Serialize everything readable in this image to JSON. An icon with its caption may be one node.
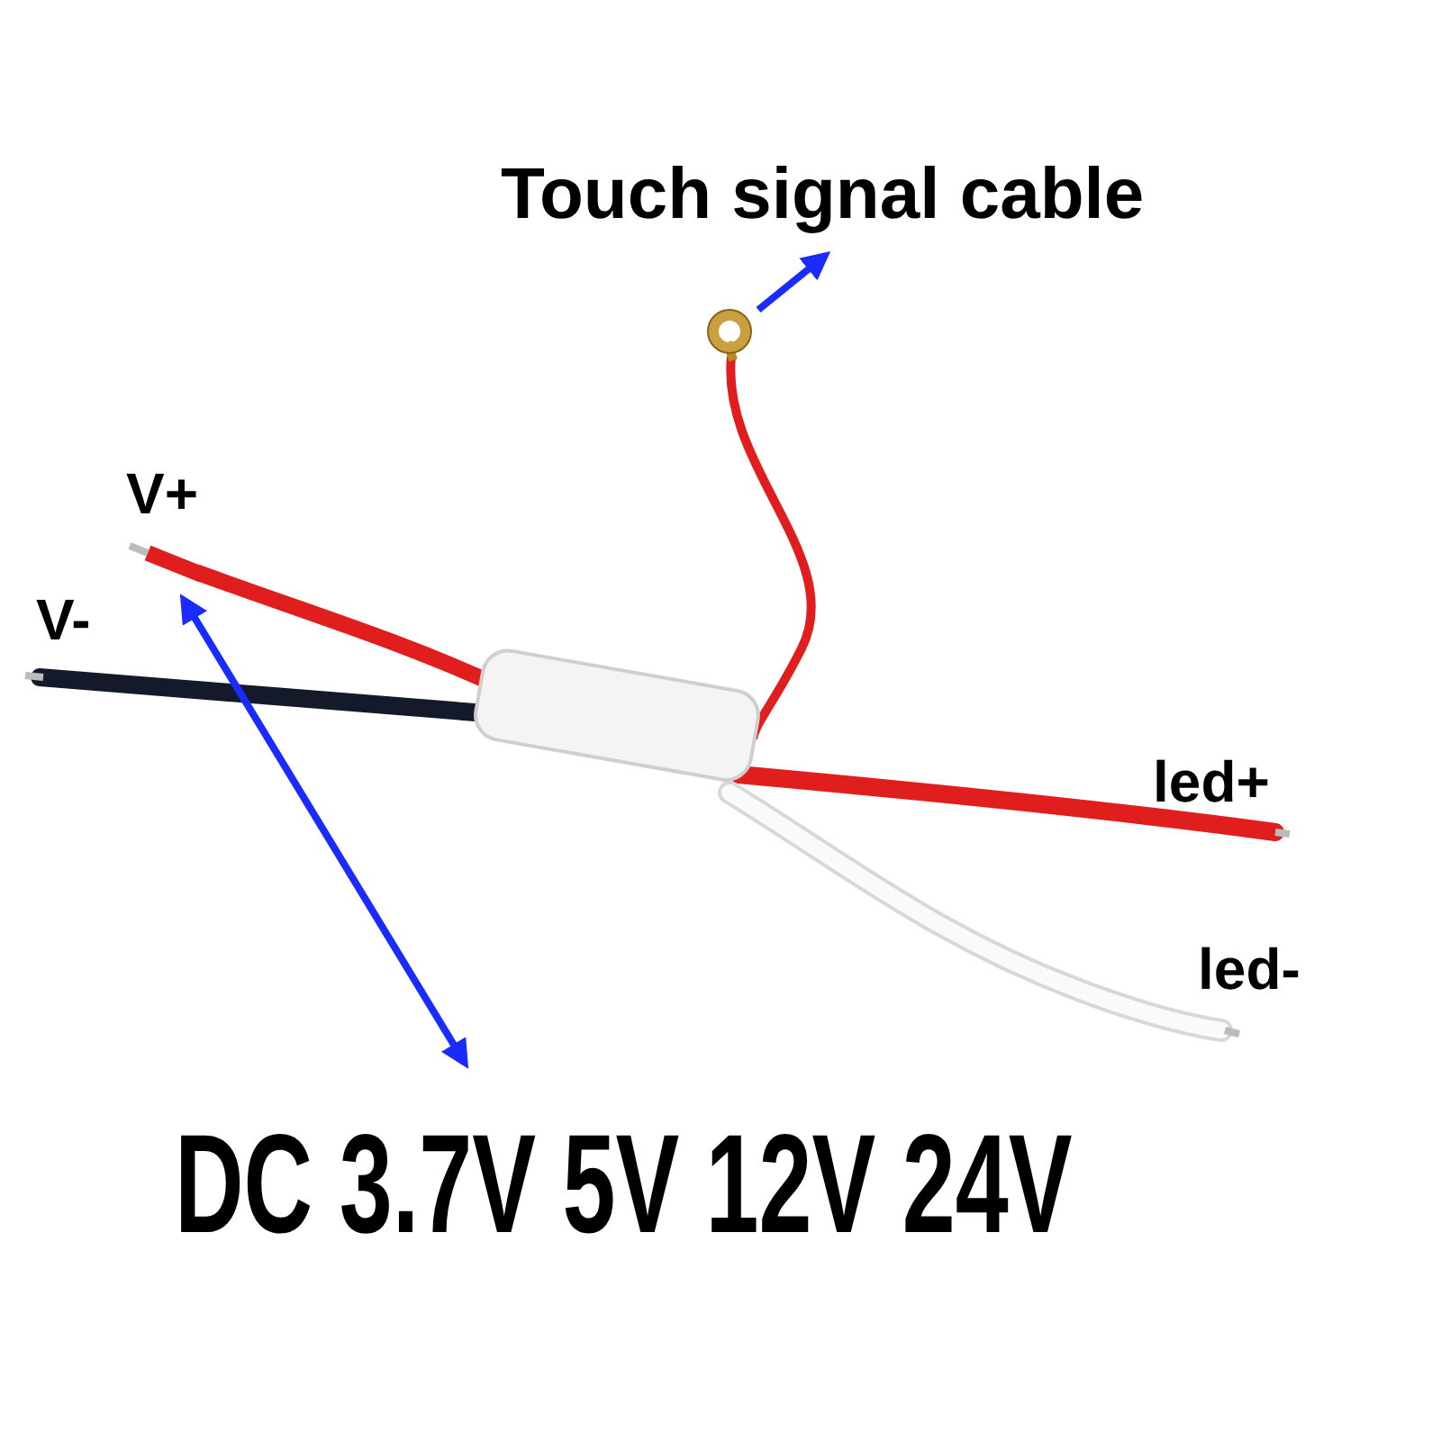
{
  "diagram": {
    "nodes": [
      {
        "text": [
          "Touch signal cable"
        ]
      },
      {
        "text": [],
        "shape": "circle"
      },
      {
        "text": [],
        "shape": "picture",
        "beside": [
          "V+"
        ]
      },
      {
        "text": [
          "DC 3.7V 5V 12V 24V"
        ]
      }
    ],
    "edges": [
      {
        "from": 1,
        "to": 0,
        "arrow": "to"
      },
      {
        "from": 2,
        "to": 3,
        "arrow": "both"
      }
    ],
    "labels": [
      "V-",
      "led+",
      "led-"
    ]
  }
}
